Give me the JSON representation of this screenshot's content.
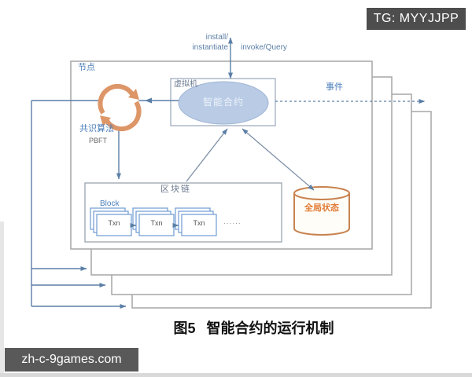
{
  "watermarks": {
    "top": "TG: MYYJJPP",
    "bottom": "zh-c-9games.com"
  },
  "figure": {
    "label": "图5",
    "title": "智能合约的运行机制"
  },
  "diagram": {
    "node_label": "节点",
    "vm_label": "虚拟机",
    "contract_label": "智能合约",
    "consensus_label": "共识算法",
    "consensus_algorithm": "PBFT",
    "event_label": "事件",
    "install_line1": "install/",
    "install_line2": "instantiate",
    "invoke_label": "invoke/Query",
    "blockchain_label": "区块链",
    "block_label": "Block",
    "txn_label": "Txn",
    "ellipsis": "......",
    "state_label": "全局状态",
    "colors": {
      "line_blue": "#5b7fa6",
      "label_blue": "#4a7ebb",
      "box_gray": "#a6a6a6",
      "ellipse_fill": "#b9cbe5",
      "cycle_orange": "#dd9668",
      "state_orange": "#e07a35",
      "watermark_gray": "#4d4d4d"
    }
  }
}
